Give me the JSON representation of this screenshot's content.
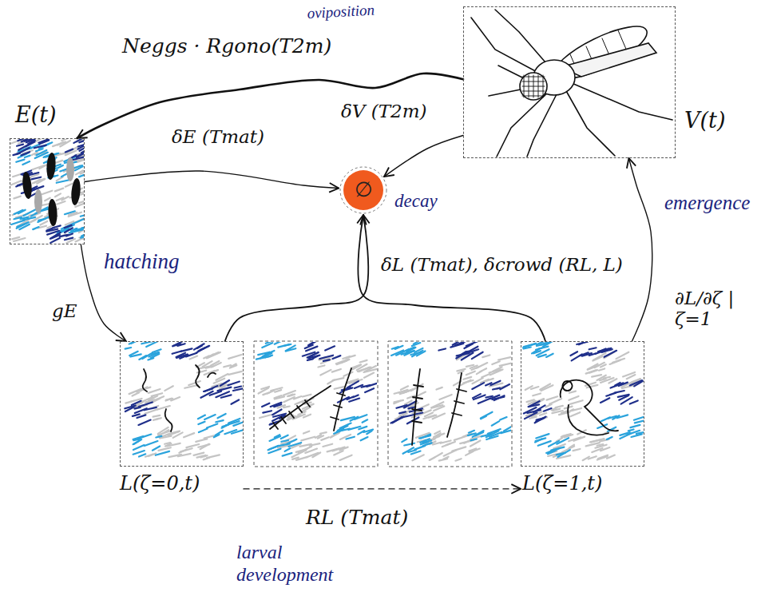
{
  "diagram": {
    "nodes": [
      {
        "text": [
          "E(t)"
        ]
      },
      {
        "text": [
          "V(t)"
        ]
      },
      {
        "text": [
          "∅",
          "decay"
        ]
      },
      {
        "text": [
          "L(ζ=0,t)"
        ]
      },
      {
        "text": [
          "L(ζ=1,t)"
        ]
      }
    ],
    "edges": [
      {
        "from": 1,
        "to": 0,
        "arrow": "to",
        "label": "Neggs · Rgono(T2m)"
      },
      {
        "from": 0,
        "to": 2,
        "arrow": "to",
        "label": "δE (Tmat)"
      },
      {
        "from": 1,
        "to": 2,
        "arrow": "to",
        "label": "δV (T2m)"
      },
      {
        "from": 0,
        "to": 3,
        "arrow": "to",
        "label": "gE"
      },
      {
        "from": 3,
        "to": 2,
        "arrow": "to",
        "label": "δL (Tmat), δcrowd (RL, L)"
      },
      {
        "from": 4,
        "to": 2,
        "arrow": "to"
      },
      {
        "from": 3,
        "to": 4,
        "arrow": "to",
        "label": "RL (Tmat)"
      },
      {
        "from": 4,
        "to": 1,
        "arrow": "to",
        "label": "∂L/∂ζ |ζ=1"
      }
    ],
    "labels": [
      "oviposition",
      "hatching",
      "emergence",
      "larval development"
    ]
  }
}
